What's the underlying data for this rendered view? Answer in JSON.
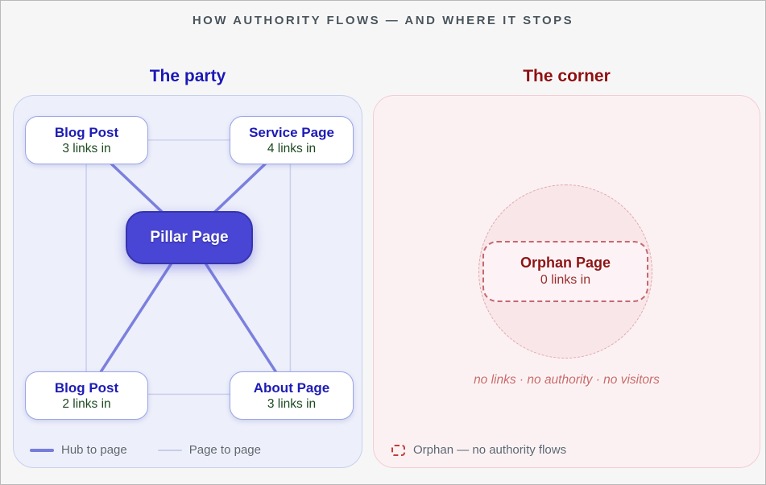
{
  "title": "HOW AUTHORITY FLOWS — AND WHERE IT STOPS",
  "colors": {
    "party_accent": "#1b19b4",
    "corner_accent": "#8e1010",
    "pillar_fill": "#4946d5",
    "hub_line": "#7b80de",
    "page_line": "#c9cfee",
    "node_title": "#1d1cb5",
    "node_subtitle": "#1c4a20",
    "orphan_text": "#8e1414",
    "orphan_dash": "#c4696e",
    "party_panel_bg": "#edeffa",
    "corner_panel_bg": "#fcf1f2"
  },
  "party": {
    "heading": "The party",
    "nodes": {
      "blog_top": {
        "title": "Blog Post",
        "subtitle": "3 links in"
      },
      "service": {
        "title": "Service Page",
        "subtitle": "4 links in"
      },
      "pillar": {
        "title": "Pillar Page"
      },
      "blog_bottom": {
        "title": "Blog Post",
        "subtitle": "2 links in"
      },
      "about": {
        "title": "About Page",
        "subtitle": "3 links in"
      }
    },
    "legend": {
      "hub": "Hub to page",
      "page": "Page to page"
    }
  },
  "corner": {
    "heading": "The corner",
    "orphan": {
      "title": "Orphan Page",
      "subtitle": "0 links in"
    },
    "caption": "no links · no authority · no visitors",
    "legend": "Orphan — no authority flows"
  }
}
